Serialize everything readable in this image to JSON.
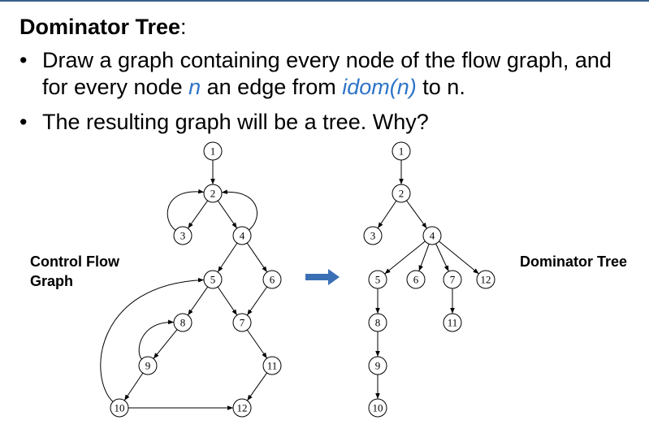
{
  "slide": {
    "title_bold": "Dominator Tree",
    "title_colon": ":",
    "bullet1_a": "Draw a graph containing every node of the flow graph, and",
    "bullet1_b": "for every node ",
    "bullet1_n": "n",
    "bullet1_c": " an edge from ",
    "bullet1_idom": "idom(n)",
    "bullet1_d": " to n.",
    "bullet2": "The resulting graph will be a tree. Why?",
    "bullet_glyph": "•",
    "cfg_label_line1": "Control Flow",
    "cfg_label_line2": "Graph",
    "dom_label": "Dominator Tree"
  },
  "colors": {
    "accent": "#2e74c7",
    "rule": "#3a5f8f",
    "arrow": "#3a6fb5"
  },
  "cfg": {
    "nodes": [
      "1",
      "2",
      "3",
      "4",
      "5",
      "6",
      "7",
      "8",
      "9",
      "10",
      "11",
      "12"
    ],
    "edges": [
      [
        "1",
        "2"
      ],
      [
        "2",
        "3"
      ],
      [
        "3",
        "2"
      ],
      [
        "2",
        "4"
      ],
      [
        "4",
        "2"
      ],
      [
        "4",
        "5"
      ],
      [
        "4",
        "6"
      ],
      [
        "5",
        "7"
      ],
      [
        "6",
        "7"
      ],
      [
        "5",
        "8"
      ],
      [
        "8",
        "9"
      ],
      [
        "9",
        "8"
      ],
      [
        "9",
        "10"
      ],
      [
        "10",
        "5"
      ],
      [
        "10",
        "12"
      ],
      [
        "7",
        "11"
      ],
      [
        "11",
        "12"
      ]
    ]
  },
  "dom_tree": {
    "nodes": [
      "1",
      "2",
      "3",
      "4",
      "5",
      "6",
      "7",
      "12",
      "8",
      "11",
      "9",
      "10"
    ],
    "edges": [
      [
        "1",
        "2"
      ],
      [
        "2",
        "3"
      ],
      [
        "2",
        "4"
      ],
      [
        "4",
        "5"
      ],
      [
        "4",
        "6"
      ],
      [
        "4",
        "7"
      ],
      [
        "4",
        "12"
      ],
      [
        "5",
        "8"
      ],
      [
        "7",
        "11"
      ],
      [
        "8",
        "9"
      ],
      [
        "9",
        "10"
      ]
    ]
  }
}
